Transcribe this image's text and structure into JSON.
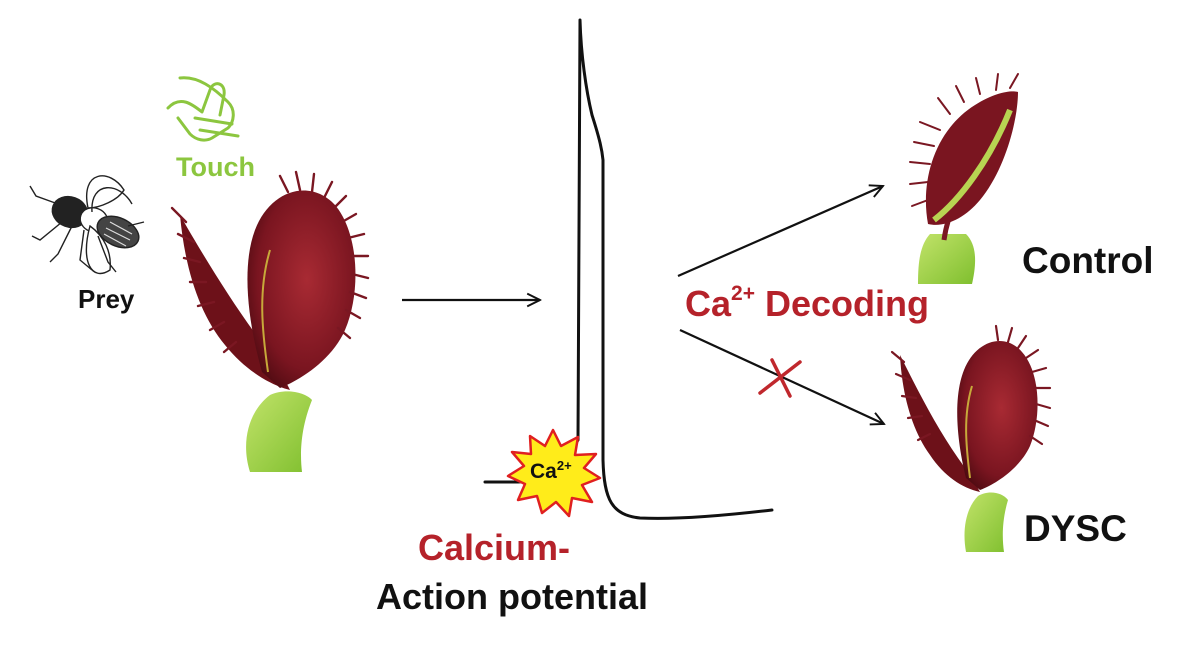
{
  "labels": {
    "touch": "Touch",
    "prey": "Prey",
    "ca_badge_base": "Ca",
    "ca_badge_charge": "2+",
    "calcium": "Calcium-",
    "action_potential": "Action potential",
    "decoding_base": "Ca",
    "decoding_charge": "2+",
    "decoding_rest": " Decoding",
    "control": "Control",
    "dysc": "DYSC"
  },
  "colors": {
    "red_label": "#b5222a",
    "touch_green": "#8cc63f",
    "trap_red": "#8a1822",
    "trap_dark": "#5a0d14",
    "leaf_green": "#9fd14b",
    "burst_yellow": "#ffec1a",
    "burst_red": "#e02020",
    "blocked_x": "#c0282d"
  },
  "icons": [
    "hand-touch-icon",
    "fly-icon",
    "venus-flytrap-open",
    "venus-flytrap-closed",
    "calcium-burst-icon"
  ]
}
